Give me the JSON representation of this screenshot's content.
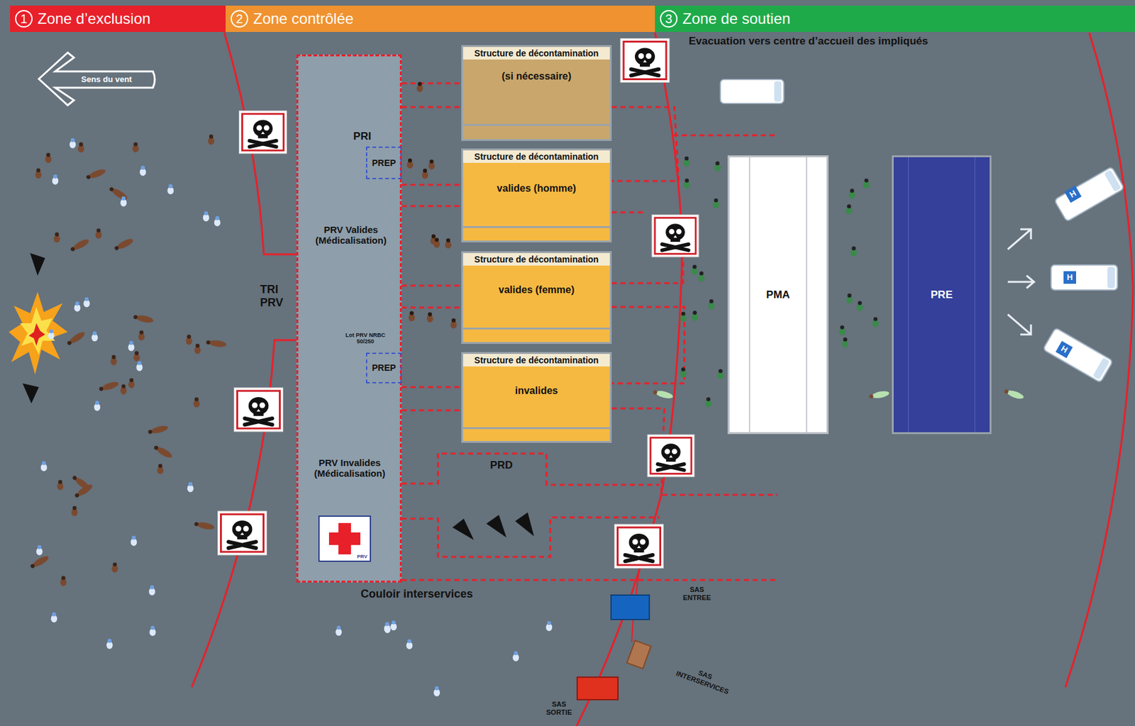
{
  "diagram": {
    "nodes": [
      {
        "text": [
          "1",
          "Zone d’exclusion"
        ]
      },
      {
        "text": [
          "2",
          "Zone contrôlée"
        ]
      },
      {
        "text": [
          "3",
          "Zone de soutien"
        ]
      },
      {
        "text": [
          "Sens du vent"
        ]
      },
      {
        "text": [
          "PRI",
          "PRV Valides (Médicalisation)",
          "Lot PRV NRBC 50/250",
          "PRV Invalides (Médicalisation)"
        ]
      },
      {
        "text": [
          "PREP"
        ],
        "in": 4
      },
      {
        "text": [
          "PREP"
        ],
        "in": 4
      },
      {
        "text": [
          "PRV"
        ],
        "in": 4
      },
      {
        "text": [
          "Structure de décontamination",
          "(si nécessaire)"
        ]
      },
      {
        "text": [
          "Structure de décontamination",
          "valides (homme)"
        ]
      },
      {
        "text": [
          "Structure de décontamination",
          "valides (femme)"
        ]
      },
      {
        "text": [
          "Structure de décontamination",
          "invalides"
        ]
      },
      {
        "text": [
          "PRD"
        ]
      },
      {
        "text": [
          "PMA"
        ]
      },
      {
        "text": [
          "PRE"
        ]
      },
      {
        "text": [
          "SAS ENTREE"
        ]
      },
      {
        "text": [
          "SAS INTERSERVICES"
        ]
      },
      {
        "text": [
          "SAS SORTIE"
        ]
      }
    ],
    "labels": [
      "Evacuation vers centre d’accueil des impliqués",
      "TRI PRV",
      "Couloir interservices",
      "H",
      "H",
      "H"
    ]
  }
}
